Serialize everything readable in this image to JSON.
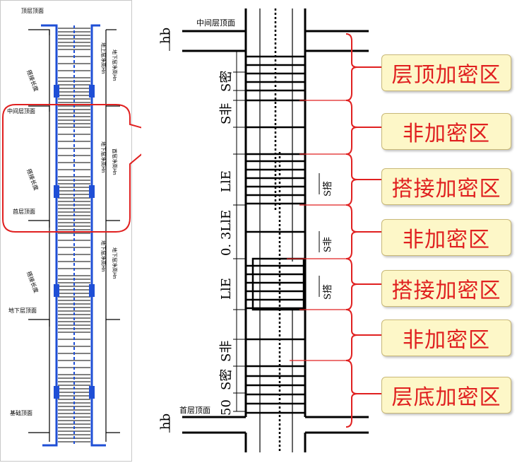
{
  "zones": [
    {
      "label": "层顶加密区",
      "top": 0
    },
    {
      "label": "非加密区"
    },
    {
      "label": "搭接加密区"
    },
    {
      "label": "非加密区"
    },
    {
      "label": "搭接加密区"
    },
    {
      "label": "非加密区"
    },
    {
      "label": "层底加密区"
    }
  ],
  "right_drawing": {
    "top_floor_label": "中间层顶面",
    "bottom_floor_label": "首层顶面",
    "hb_top": "hb",
    "hb_bottom": "hb",
    "dims": {
      "s_dense_top": "S密",
      "s_sparse_top": "S非",
      "lie_1": "LlE",
      "lap_dense_1": "S搭",
      "ratio_lie": "0. 3LlE",
      "s_sparse_mid": "S非",
      "lie_2": "LlE",
      "lap_dense_2": "S搭",
      "s_sparse_bottom": "S非",
      "s_dense_bottom": "S密",
      "fifty": "50"
    }
  },
  "left_drawing": {
    "labels": {
      "roof": "顶层顶面",
      "mid_floor": "中间层顶面",
      "first_floor": "首层顶面",
      "basement": "地下层顶面",
      "foundation": "基础顶面",
      "lap_len_1": "搭接长度",
      "lap_len_2": "搭接长度",
      "lap_len_3": "搭接长度",
      "v1": "地上层净高Hn",
      "v2": "地下层净高Hn",
      "v3": "地下层净高Hn",
      "v4": "首层净高Hn",
      "v5": "地下层净高Hn",
      "v6": "地下层净高Hn"
    }
  }
}
